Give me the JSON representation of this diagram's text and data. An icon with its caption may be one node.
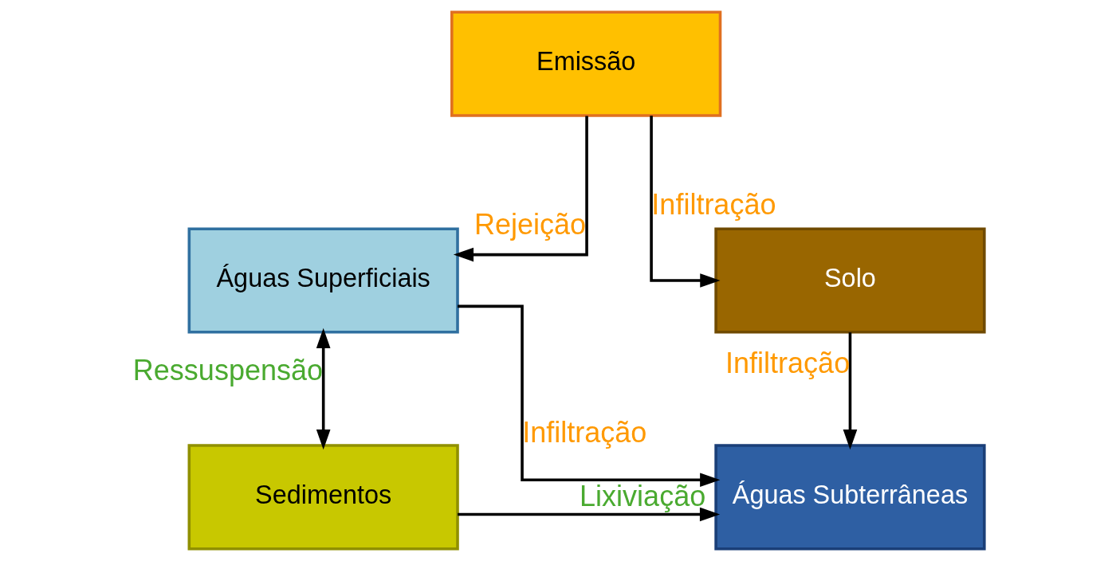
{
  "diagram": {
    "nodes": [
      {
        "text": [
          "Emissão"
        ]
      },
      {
        "text": [
          "Águas Superficiais"
        ]
      },
      {
        "text": [
          "Solo"
        ]
      },
      {
        "text": [
          "Sedimentos"
        ]
      },
      {
        "text": [
          "Águas Subterrâneas"
        ]
      }
    ],
    "edges": [
      {
        "from": 0,
        "to": 1,
        "arrow": "to",
        "label": "Rejeição"
      },
      {
        "from": 0,
        "to": 2,
        "arrow": "to",
        "label": "Infiltração"
      },
      {
        "from": 1,
        "to": 4,
        "arrow": "to",
        "label": "Infiltração"
      },
      {
        "from": 2,
        "to": 4,
        "arrow": "to",
        "label": "Infiltração"
      },
      {
        "from": 1,
        "to": 3,
        "arrow": "both",
        "label": "Ressuspensão"
      },
      {
        "from": 3,
        "to": 4,
        "arrow": "to",
        "label": "Lixiviação"
      }
    ]
  }
}
